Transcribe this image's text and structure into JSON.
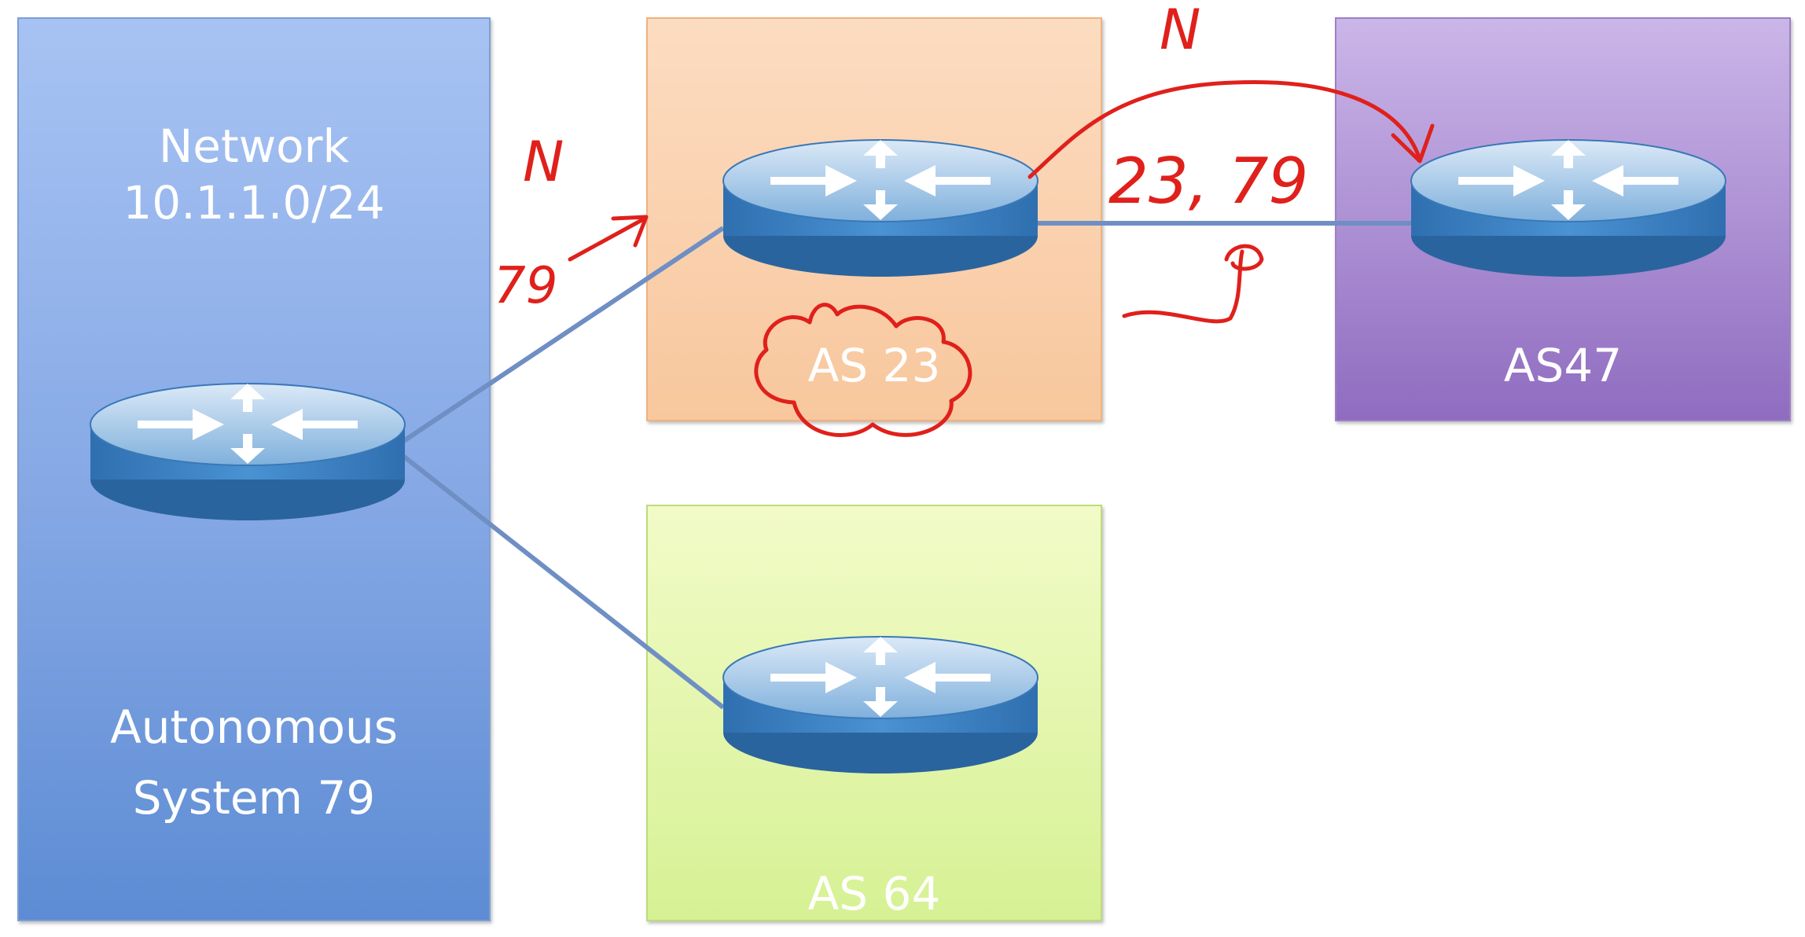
{
  "as79": {
    "network_line1": "Network",
    "network_line2": "10.1.1.0/24",
    "title_line1": "Autonomous",
    "title_line2": "System 79"
  },
  "as23": {
    "title": "AS 23"
  },
  "as64": {
    "title": "AS 64"
  },
  "as47": {
    "title": "AS47"
  },
  "annotations": {
    "n_left": "N",
    "n_top": "N",
    "path_left": "79",
    "path_right": "23, 79",
    "hook": "9"
  },
  "colors": {
    "annotation": "#e0201b",
    "link": "#6f8fc4",
    "router_body": "#3f83c3"
  }
}
